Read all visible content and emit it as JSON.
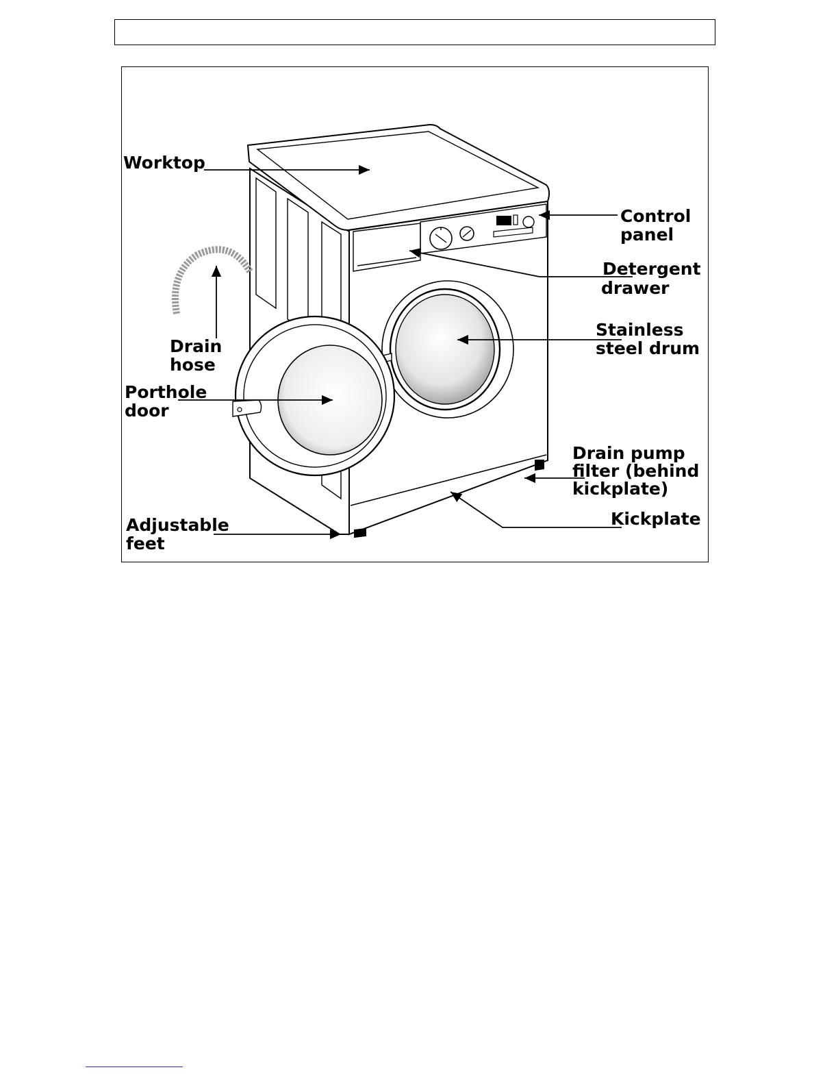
{
  "header": {
    "text": ""
  },
  "diagram": {
    "labels": {
      "worktop": "Worktop",
      "control_panel_1": "Control",
      "control_panel_2": "panel",
      "detergent_1": "Detergent",
      "detergent_2": "drawer",
      "drum_1": "Stainless",
      "drum_2": "steel drum",
      "drain_hose_1": "Drain",
      "drain_hose_2": "hose",
      "porthole_1": "Porthole",
      "porthole_2": "door",
      "pump_1": "Drain pump",
      "pump_2": "filter (behind",
      "pump_3": "kickplate)",
      "kickplate": "Kickplate",
      "feet_1": "Adjustable",
      "feet_2": "feet"
    },
    "colors": {
      "line": "#000000",
      "background": "#ffffff",
      "footnote_rule": "#2b2bd6"
    }
  }
}
